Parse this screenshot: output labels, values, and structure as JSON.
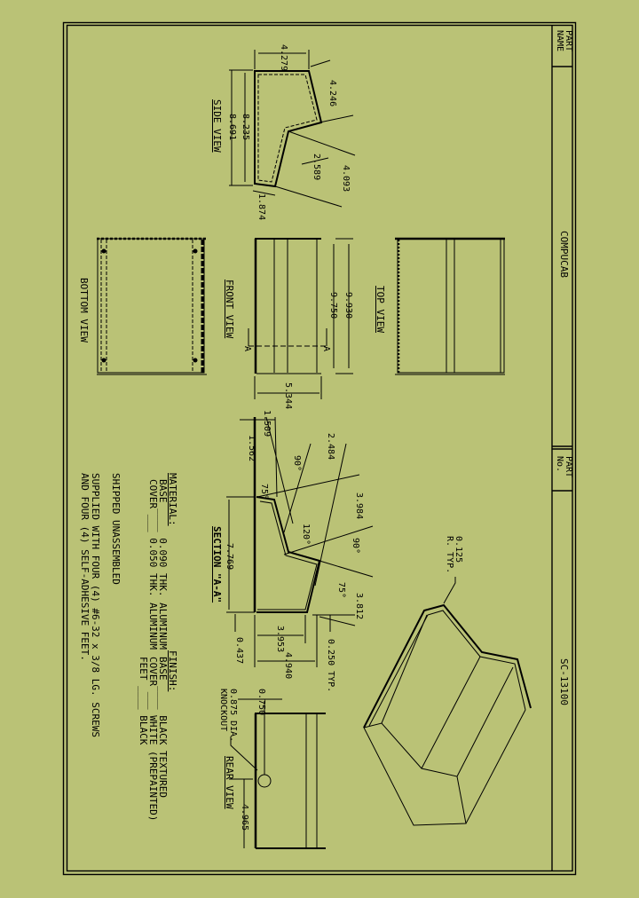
{
  "title_block": {
    "part_name_label": "PART NAME",
    "part_name": "COMPUCAB",
    "part_no_label": "PART No.",
    "part_no": "SC-13100"
  },
  "views": {
    "side_view": {
      "label": "SIDE VIEW",
      "dims": [
        "4.279",
        "4.246",
        "8.235",
        "8.691",
        "2.589",
        "4.093",
        "1.874"
      ]
    },
    "front_view": {
      "label": "FRONT VIEW",
      "section_marker": "A",
      "dims": [
        "9.750",
        "9.930",
        "5.344"
      ]
    },
    "top_view": {
      "label": "TOP VIEW"
    },
    "bottom_view": {
      "label": "BOTTOM VIEW"
    },
    "section_aa": {
      "label": "SECTION \"A-A\"",
      "dims": [
        "1.509",
        "1.562",
        "2.484",
        "3.984",
        "7.769",
        "3.812",
        "0.437",
        "3.953",
        "4.940",
        "0.250 TYP."
      ],
      "angles": [
        "90°",
        "75°",
        "120°",
        "90°",
        "75°"
      ]
    },
    "rear_view": {
      "label": "REAR VIEW",
      "dims": [
        "0.750",
        "4.965"
      ],
      "knockout": "0.875 DIA. KNOCKOUT"
    },
    "isometric": {
      "callout": "0.125 R. TYP."
    }
  },
  "notes": {
    "material": {
      "heading": "MATERIAL:",
      "lines": [
        "BASE ____ 0.090 THK. ALUMINUM",
        "COVER ___ 0.050 THK. ALUMINUM"
      ]
    },
    "finish": {
      "heading": "FINISH:",
      "lines": [
        "BASE ____ BLACK TEXTURED",
        "COVER ___ WHITE (PREPAINTED)",
        "FEET ____ BLACK"
      ]
    },
    "shipped": "SHIPPED UNASSEMBLED",
    "supplied": [
      "SUPPLIED WITH FOUR (4) #6-32 x 3/8 LG. SCREWS",
      "AND FOUR (4) SELF-ADHESIVE FEET."
    ]
  },
  "colors": {
    "background": "#bac276",
    "line": "#000000"
  }
}
